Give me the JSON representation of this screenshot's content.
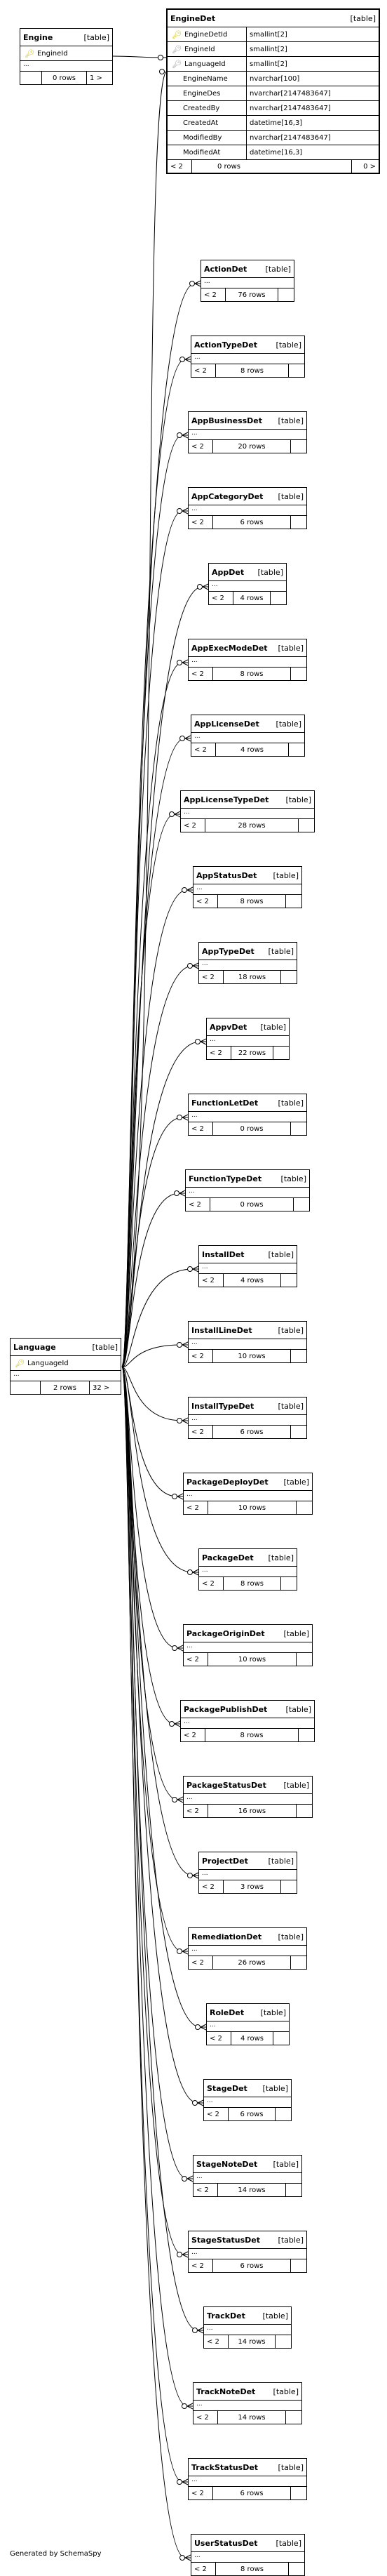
{
  "engine": {
    "name": "Engine",
    "tag": "[table]",
    "columns": [
      {
        "name": "EngineId",
        "type": "",
        "key": "pk"
      }
    ],
    "rows_label": "0 rows",
    "left": "",
    "right": "1 >"
  },
  "engine_det": {
    "name": "EngineDet",
    "tag": "[table]",
    "columns": [
      {
        "name": "EngineDetId",
        "type": "smallint[2]",
        "key": "pk"
      },
      {
        "name": "EngineId",
        "type": "smallint[2]",
        "key": "fk"
      },
      {
        "name": "LanguageId",
        "type": "smallint[2]",
        "key": "fk"
      },
      {
        "name": "EngineName",
        "type": "nvarchar[100]",
        "key": ""
      },
      {
        "name": "EngineDes",
        "type": "nvarchar[2147483647]",
        "key": ""
      },
      {
        "name": "CreatedBy",
        "type": "nvarchar[2147483647]",
        "key": ""
      },
      {
        "name": "CreatedAt",
        "type": "datetime[16,3]",
        "key": ""
      },
      {
        "name": "ModifiedBy",
        "type": "nvarchar[2147483647]",
        "key": ""
      },
      {
        "name": "ModifiedAt",
        "type": "datetime[16,3]",
        "key": ""
      }
    ],
    "left": "< 2",
    "rows_label": "0 rows",
    "right": "0 >"
  },
  "language": {
    "name": "Language",
    "tag": "[table]",
    "columns": [
      {
        "name": "LanguageId",
        "type": "",
        "key": "pk"
      }
    ],
    "rows_label": "2 rows",
    "right": "32 >"
  },
  "dots": "...",
  "child_tables": [
    {
      "name": "ActionDet",
      "left": "< 2",
      "rows": "76 rows"
    },
    {
      "name": "ActionTypeDet",
      "left": "< 2",
      "rows": "8 rows"
    },
    {
      "name": "AppBusinessDet",
      "left": "< 2",
      "rows": "20 rows"
    },
    {
      "name": "AppCategoryDet",
      "left": "< 2",
      "rows": "6 rows"
    },
    {
      "name": "AppDet",
      "left": "< 2",
      "rows": "4 rows"
    },
    {
      "name": "AppExecModeDet",
      "left": "< 2",
      "rows": "8 rows"
    },
    {
      "name": "AppLicenseDet",
      "left": "< 2",
      "rows": "4 rows"
    },
    {
      "name": "AppLicenseTypeDet",
      "left": "< 2",
      "rows": "28 rows"
    },
    {
      "name": "AppStatusDet",
      "left": "< 2",
      "rows": "8 rows"
    },
    {
      "name": "AppTypeDet",
      "left": "< 2",
      "rows": "18 rows"
    },
    {
      "name": "AppvDet",
      "left": "< 2",
      "rows": "22 rows"
    },
    {
      "name": "FunctionLetDet",
      "left": "< 2",
      "rows": "0 rows"
    },
    {
      "name": "FunctionTypeDet",
      "left": "< 2",
      "rows": "0 rows"
    },
    {
      "name": "InstallDet",
      "left": "< 2",
      "rows": "4 rows"
    },
    {
      "name": "InstallLineDet",
      "left": "< 2",
      "rows": "10 rows"
    },
    {
      "name": "InstallTypeDet",
      "left": "< 2",
      "rows": "6 rows"
    },
    {
      "name": "PackageDeployDet",
      "left": "< 2",
      "rows": "10 rows"
    },
    {
      "name": "PackageDet",
      "left": "< 2",
      "rows": "8 rows"
    },
    {
      "name": "PackageOriginDet",
      "left": "< 2",
      "rows": "10 rows"
    },
    {
      "name": "PackagePublishDet",
      "left": "< 2",
      "rows": "8 rows"
    },
    {
      "name": "PackageStatusDet",
      "left": "< 2",
      "rows": "16 rows"
    },
    {
      "name": "ProjectDet",
      "left": "< 2",
      "rows": "3 rows"
    },
    {
      "name": "RemediationDet",
      "left": "< 2",
      "rows": "26 rows"
    },
    {
      "name": "RoleDet",
      "left": "< 2",
      "rows": "4 rows"
    },
    {
      "name": "StageDet",
      "left": "< 2",
      "rows": "6 rows"
    },
    {
      "name": "StageNoteDet",
      "left": "< 2",
      "rows": "14 rows"
    },
    {
      "name": "StageStatusDet",
      "left": "< 2",
      "rows": "6 rows"
    },
    {
      "name": "TrackDet",
      "left": "< 2",
      "rows": "14 rows"
    },
    {
      "name": "TrackNoteDet",
      "left": "< 2",
      "rows": "14 rows"
    },
    {
      "name": "TrackStatusDet",
      "left": "< 2",
      "rows": "6 rows"
    },
    {
      "name": "UserStatusDet",
      "left": "< 2",
      "rows": "8 rows"
    }
  ],
  "table_tag": "[table]",
  "footer": "Generated by SchemaSpy"
}
